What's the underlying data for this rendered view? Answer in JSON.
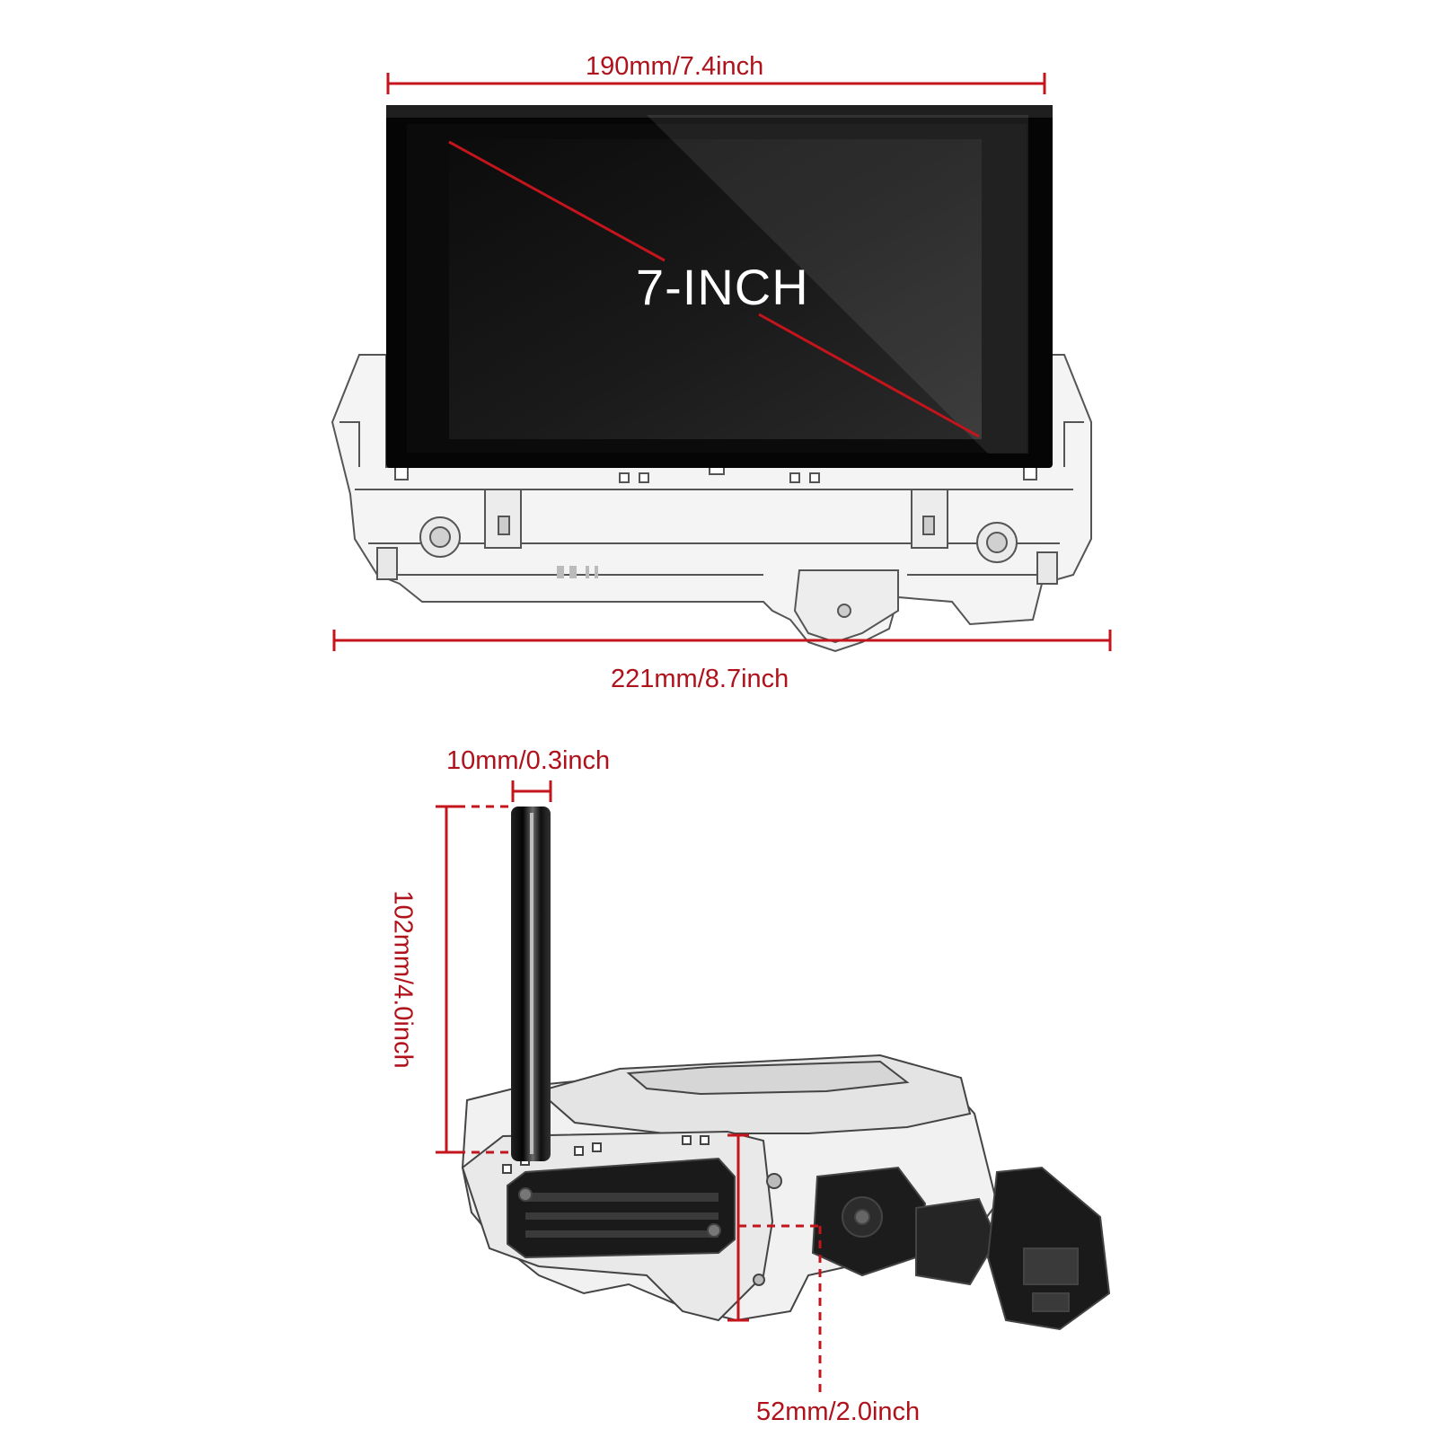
{
  "dimensions": {
    "top_width": "190mm/7.4inch",
    "bottom_width": "221mm/8.7inch",
    "screen_size": "7-INCH",
    "panel_thickness": "10mm/0.3inch",
    "panel_height": "102mm/4.0inch",
    "mount_depth": "52mm/2.0inch"
  },
  "colors": {
    "dimension_line": "#c4141c",
    "screen": "#111111",
    "bezel": "#050505",
    "housing_outline": "#555555"
  }
}
